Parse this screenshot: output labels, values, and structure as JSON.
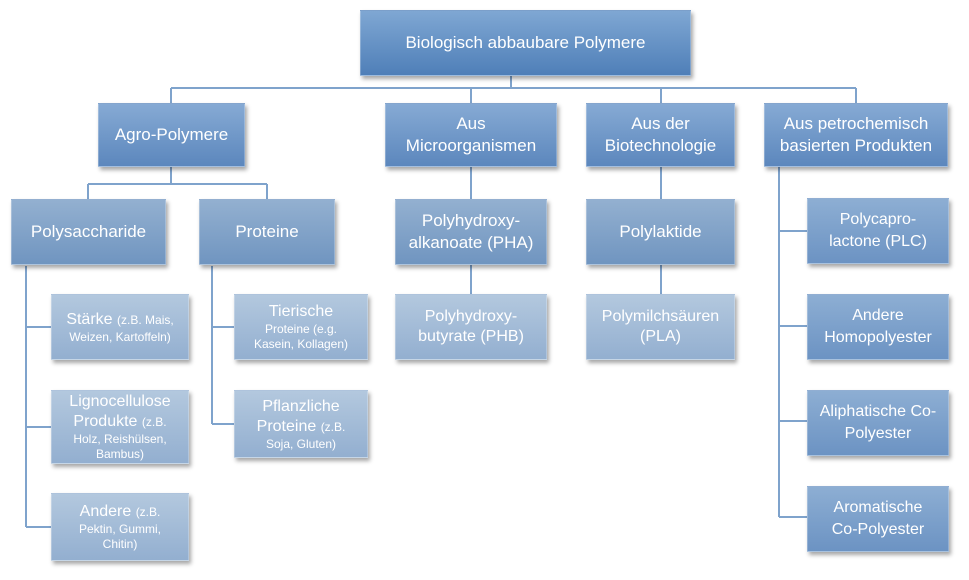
{
  "root": "Biologisch abbaubare Polymere",
  "categories": {
    "agro": "Agro-Polymere",
    "micro": [
      "Aus",
      "Microorganismen"
    ],
    "biotech": [
      "Aus der",
      "Biotechnologie"
    ],
    "petro": [
      "Aus petrochemisch",
      "basierten Produkten"
    ]
  },
  "agro": {
    "polysaccharide": "Polysaccharide",
    "proteine": "Proteine",
    "staerke": {
      "main": "Stärke",
      "note1": "(z.B. Mais,",
      "note2": "Weizen, Kartoffeln)"
    },
    "ligno": {
      "main1": "Lignocellulose",
      "main2": "Produkte",
      "note1": "(z.B.",
      "note2": "Holz, Reishülsen,",
      "note3": "Bambus)"
    },
    "andere": {
      "main": "Andere",
      "note1": "(z.B.",
      "note2": "Pektin, Gummi,",
      "note3": "Chitin)"
    },
    "tierische": {
      "main": "Tierische",
      "note1": "Proteine (e.g.",
      "note2": "Kasein, Kollagen)"
    },
    "pflanzliche": {
      "main1": "Pflanzliche",
      "main2": "Proteine",
      "note1": "(z.B.",
      "note2": "Soja, Gluten)"
    }
  },
  "micro": {
    "pha": [
      "Polyhydroxy-",
      "alkanoate (PHA)"
    ],
    "phb": [
      "Polyhydroxy-",
      "butyrate (PHB)"
    ]
  },
  "biotech": {
    "polylaktide": "Polylaktide",
    "pla": [
      "Polymilchsäuren",
      "(PLA)"
    ]
  },
  "petro": {
    "plc": [
      "Polycapro-",
      "lactone (PLC)"
    ],
    "homo": [
      "Andere",
      "Homopolyester"
    ],
    "aliph": [
      "Aliphatische Co-",
      "Polyester"
    ],
    "arom": [
      "Aromatische",
      "Co-Polyester"
    ]
  }
}
